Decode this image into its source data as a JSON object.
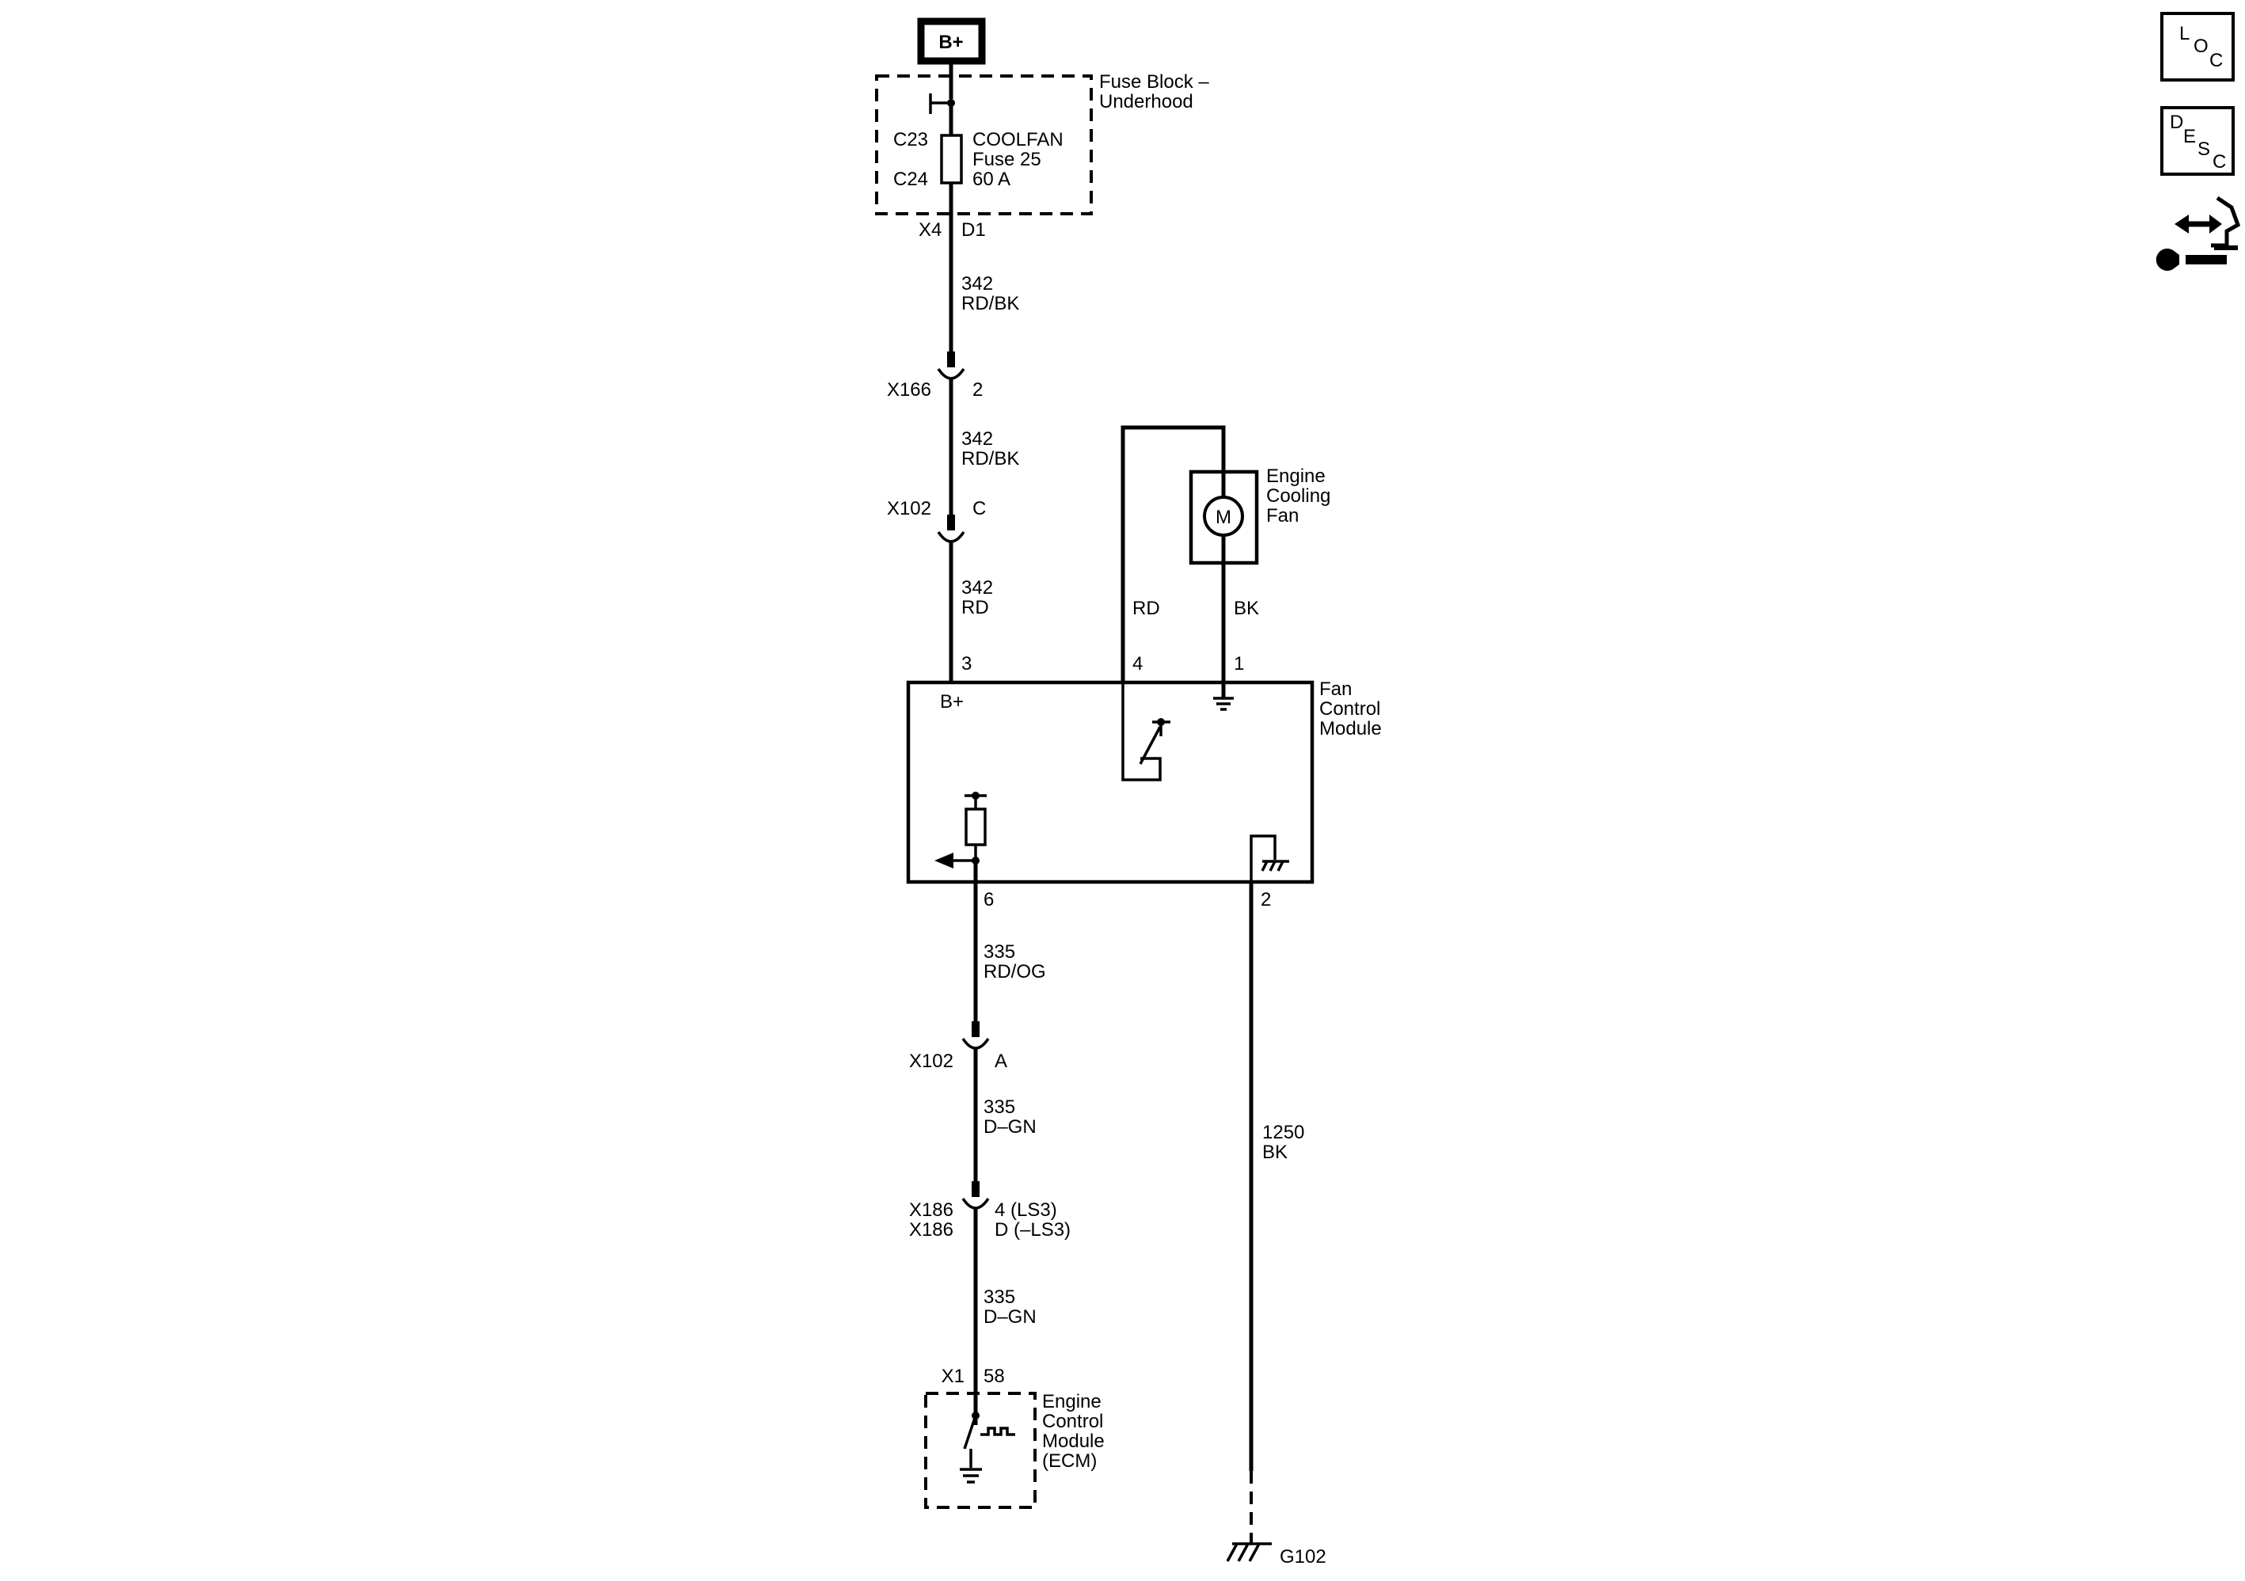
{
  "power_source": {
    "label": "B+"
  },
  "fuse_block": {
    "name_line1": "Fuse Block –",
    "name_line2": "Underhood",
    "conn_top": "C23",
    "conn_bottom": "C24",
    "fuse_line1": "COOLFAN",
    "fuse_line2": "Fuse 25",
    "fuse_line3": "60 A",
    "out_connector": "X4",
    "out_pin": "D1"
  },
  "wires": {
    "w1": {
      "circuit": "342",
      "color": "RD/BK"
    },
    "w2": {
      "circuit": "342",
      "color": "RD/BK"
    },
    "w3": {
      "circuit": "342",
      "color": "RD"
    },
    "fan_pos": {
      "color": "RD"
    },
    "fan_neg": {
      "color": "BK"
    },
    "w4": {
      "circuit": "335",
      "color": "RD/OG"
    },
    "w5": {
      "circuit": "335",
      "color": "D–GN"
    },
    "w6": {
      "circuit": "335",
      "color": "D–GN"
    },
    "ground": {
      "circuit": "1250",
      "color": "BK"
    }
  },
  "connectors": {
    "x166": {
      "name": "X166",
      "pin": "2"
    },
    "x102_c": {
      "name": "X102",
      "pin": "C"
    },
    "x102_a": {
      "name": "X102",
      "pin": "A"
    },
    "x186_a": {
      "name": "X186",
      "pin": "4 (LS3)"
    },
    "x186_b": {
      "name": "X186",
      "pin": "D (–LS3)"
    }
  },
  "fan": {
    "line1": "Engine",
    "line2": "Cooling",
    "line3": "Fan",
    "motor_symbol": "M"
  },
  "fan_control_module": {
    "line1": "Fan",
    "line2": "Control",
    "line3": "Module",
    "internal_label": "B+",
    "pin_bplus": "3",
    "pin_relay": "4",
    "pin_ground_fan": "1",
    "pin_signal": "6",
    "pin_ground": "2"
  },
  "ecm": {
    "line1": "Engine",
    "line2": "Control",
    "line3": "Module",
    "line4": "(ECM)",
    "connector": "X1",
    "pin": "58"
  },
  "ground_point": {
    "label": "G102"
  },
  "nav": {
    "loc": {
      "l1": "L",
      "l2": "O",
      "l3": "C"
    },
    "desc": {
      "l1": "D",
      "l2": "E",
      "l3": "S",
      "l4": "C"
    },
    "icons": [
      "connector-end-view-icon",
      "wrench-icon"
    ]
  }
}
